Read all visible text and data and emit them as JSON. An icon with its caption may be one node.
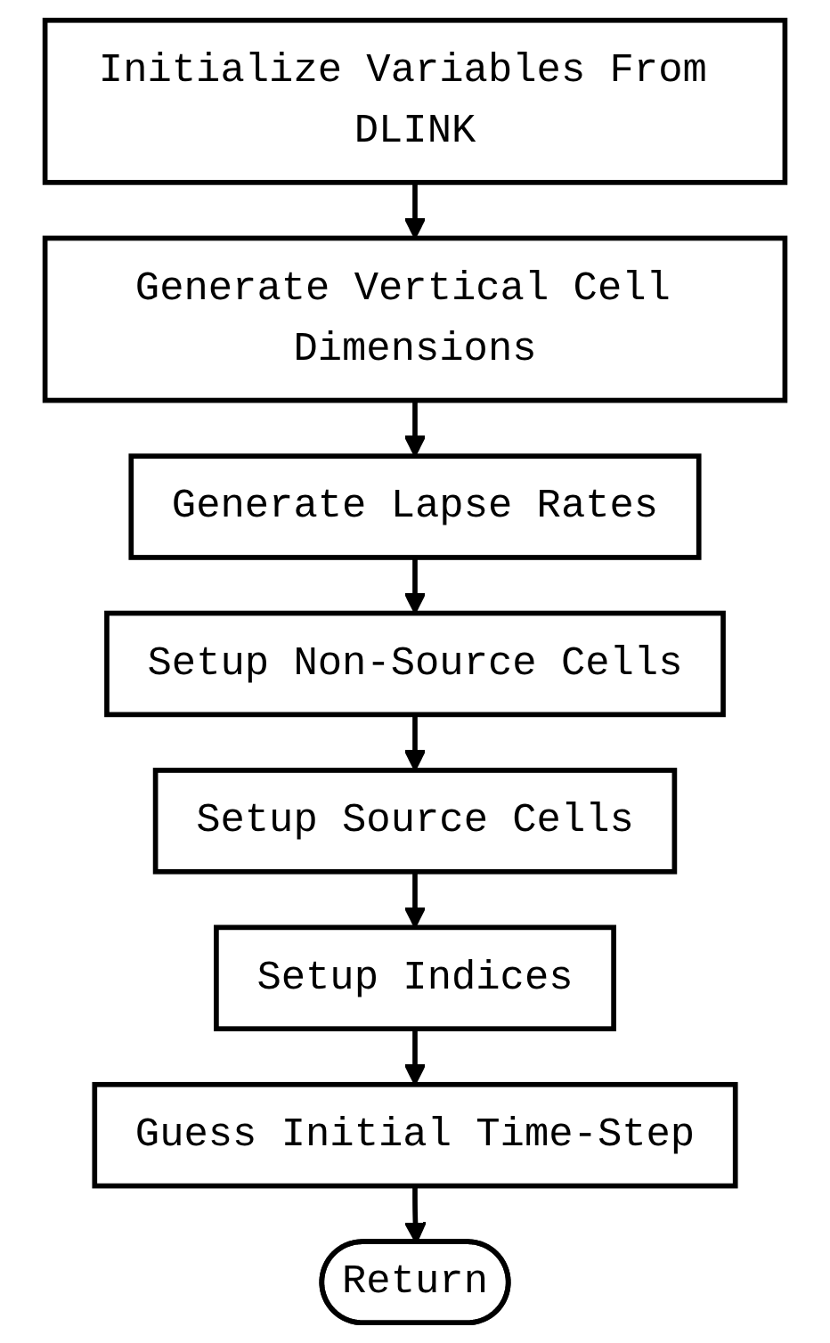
{
  "diagram": {
    "nodes": [
      {
        "text": [
          "Initialize Variables From DLINK"
        ]
      },
      {
        "text": [
          "Generate Vertical Cell Dimensions"
        ]
      },
      {
        "text": [
          "Generate Lapse Rates"
        ]
      },
      {
        "text": [
          "Setup Non-Source Cells"
        ]
      },
      {
        "text": [
          "Setup Source Cells"
        ]
      },
      {
        "text": [
          "Setup Indices"
        ]
      },
      {
        "text": [
          "Guess Initial Time-Step"
        ]
      },
      {
        "text": [
          "Return"
        ]
      }
    ],
    "edges": [
      {
        "from": 0,
        "to": 1,
        "arrow": "to"
      },
      {
        "from": 1,
        "to": 2,
        "arrow": "to"
      },
      {
        "from": 2,
        "to": 3,
        "arrow": "to"
      },
      {
        "from": 3,
        "to": 4,
        "arrow": "to"
      },
      {
        "from": 4,
        "to": 5,
        "arrow": "to"
      },
      {
        "from": 5,
        "to": 6,
        "arrow": "to"
      },
      {
        "from": 6,
        "to": 7,
        "arrow": "to"
      }
    ]
  }
}
